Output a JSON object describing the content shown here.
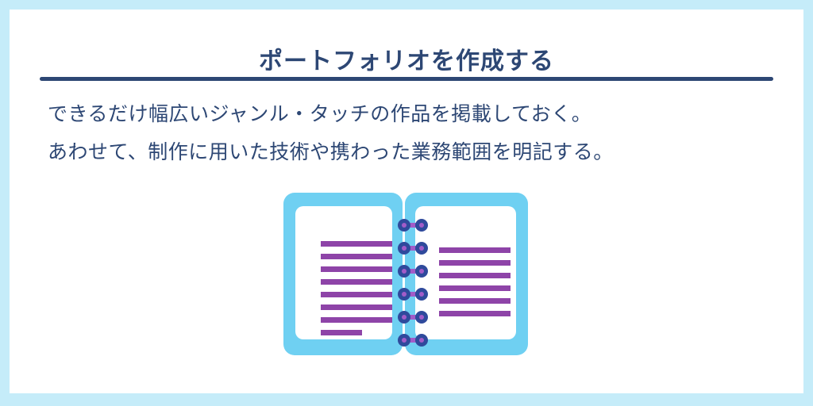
{
  "title": "ポートフォリオを作成する",
  "description": [
    "できるだけ幅広いジャンル・タッチの作品を掲載しておく。",
    "あわせて、制作に用いた技術や携わった業務範囲を明記する。"
  ],
  "illustration": {
    "icon": "open-notebook-icon",
    "colors": {
      "cover": "#6fd0f2",
      "page": "#ffffff",
      "text_lines": "#8e44a8",
      "ring_outer": "#2f4a9c",
      "ring_bar": "#a25cc8"
    }
  }
}
